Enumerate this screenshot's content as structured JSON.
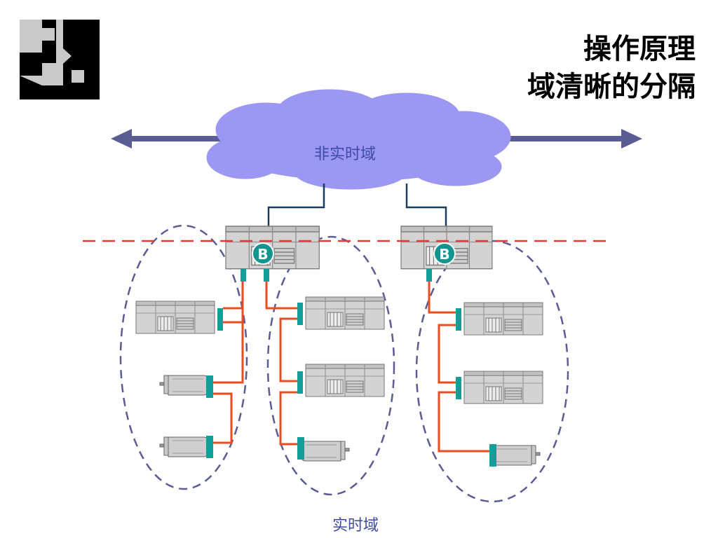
{
  "title": {
    "line1": "操作原理",
    "line2": "域清晰的分隔"
  },
  "labels": {
    "non_realtime": "非实时域",
    "realtime": "实时域"
  },
  "badges": {
    "bridge": "B"
  },
  "colors": {
    "cloud": "#9b97f2",
    "arrow": "#5a5c94",
    "separator": "#e53935",
    "domain_ellipse": "#5a5c94",
    "realtime_link": "#ee4b1f",
    "network_link": "#1c3c5f",
    "connector": "#139e9a",
    "badge": "#13958f",
    "device_body": "#d6d6d6"
  },
  "icons": [
    "logo-icon",
    "arrow-left-icon",
    "arrow-right-icon",
    "bridge-badge-icon",
    "drive-unit-icon",
    "motor-icon"
  ]
}
